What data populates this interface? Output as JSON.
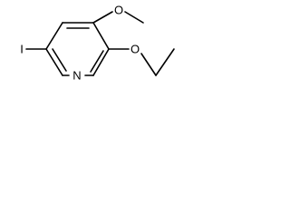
{
  "molecule": {
    "atoms": {
      "iodine": "I",
      "ring_nitrogen": "N",
      "ethoxy_oxygen": "O",
      "methoxy_oxygen": "O"
    },
    "colors": {
      "bond": "#000000",
      "label": "#000000",
      "background": "#ffffff"
    }
  }
}
